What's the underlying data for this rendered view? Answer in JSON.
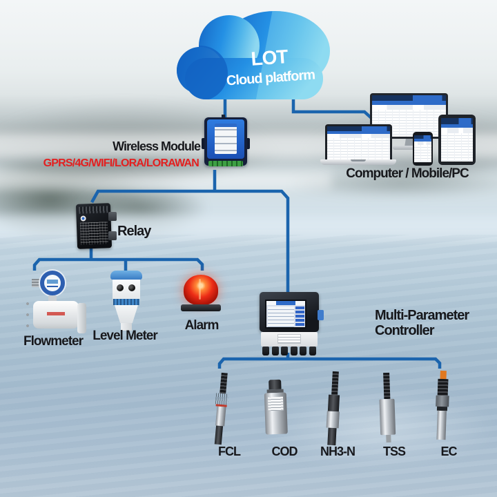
{
  "cloud": {
    "title": "LOT",
    "subtitle": "Cloud platform"
  },
  "wireless_module": {
    "label": "Wireless Module",
    "protocols": "GPRS/4G/WIFI/LORA/LORAWAN"
  },
  "client_devices": {
    "label": "Computer / Mobile/PC"
  },
  "relay": {
    "label": "Relay"
  },
  "outputs": [
    {
      "label": "Flowmeter"
    },
    {
      "label": "Level Meter"
    },
    {
      "label": "Alarm"
    }
  ],
  "controller": {
    "label_line1": "Multi-Parameter",
    "label_line2": "Controller"
  },
  "sensors": [
    {
      "label": "FCL"
    },
    {
      "label": "COD"
    },
    {
      "label": "NH3-N"
    },
    {
      "label": "TSS"
    },
    {
      "label": "EC"
    }
  ],
  "colors": {
    "connector_line": "#1b64ad",
    "protocol_text": "#e32020",
    "cloud_blue": "#2490e4",
    "cloud_highlight": "#8ee0f2",
    "label_text": "#17181c",
    "alarm_red": "#ec2c16",
    "terminal_green": "#3da044"
  }
}
